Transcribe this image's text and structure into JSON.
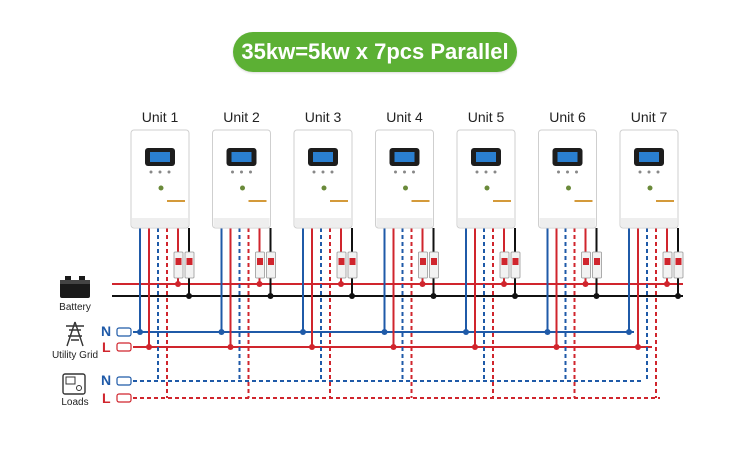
{
  "title": "35kw=5kw x 7pcs Parallel",
  "units": [
    "Unit 1",
    "Unit 2",
    "Unit 3",
    "Unit 4",
    "Unit 5",
    "Unit 6",
    "Unit 7"
  ],
  "sources": {
    "battery": "Battery",
    "utility_grid": "Utility Grid",
    "loads": "Loads"
  },
  "phases": {
    "neutral": "N",
    "line": "L"
  },
  "colors": {
    "title_bg": "#5cb034",
    "neutral_wire": "#1f5aa8",
    "line_wire": "#d0252d",
    "battery_negative": "#111111",
    "breaker": "#d0252d",
    "inverter_body": "#ffffff",
    "display": "#2a7fd0"
  },
  "icons": [
    "battery-icon",
    "utility-tower-icon",
    "loads-icon",
    "breaker-icon",
    "inverter-icon"
  ]
}
